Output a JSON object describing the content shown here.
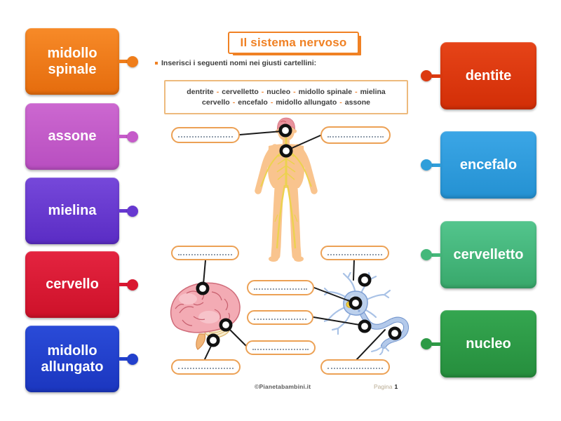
{
  "activity": {
    "title": "Il sistema nervoso",
    "instruction": "Inserisci i seguenti nomi nei giusti cartellini:",
    "word_bank": {
      "separator": "-",
      "line1": [
        "dentrite",
        "cervelletto",
        "nucleo",
        "midollo spinale",
        "mielina"
      ],
      "line2": [
        "cervello",
        "encefalo",
        "midollo allungato",
        "assone"
      ]
    },
    "footer": {
      "credit": "©Pianetabambini.it",
      "page_label": "Pagina",
      "page_number": "1"
    }
  },
  "left_cards": [
    {
      "label": "midollo spinale",
      "color": "#ef7d1a",
      "top_color": "#f78a28",
      "bottom_color": "#e56c0d"
    },
    {
      "label": "assone",
      "color": "#c55bc9",
      "top_color": "#cc68d0",
      "bottom_color": "#b84ec0"
    },
    {
      "label": "mielina",
      "color": "#6638d0",
      "top_color": "#7648da",
      "bottom_color": "#5a2cc4"
    },
    {
      "label": "cervello",
      "color": "#d91730",
      "top_color": "#e42440",
      "bottom_color": "#cd1129"
    },
    {
      "label": "midollo allungato",
      "color": "#2240cc",
      "top_color": "#2a4bd8",
      "bottom_color": "#1b36bf"
    }
  ],
  "right_cards": [
    {
      "label": "dentite",
      "color": "#dc3a10",
      "top_color": "#e64418",
      "bottom_color": "#d22e07"
    },
    {
      "label": "encefalo",
      "color": "#2f9eda",
      "top_color": "#3ba6e6",
      "bottom_color": "#2491d2"
    },
    {
      "label": "cervelletto",
      "color": "#44b87a",
      "top_color": "#53c58d",
      "bottom_color": "#38a86b"
    },
    {
      "label": "nucleo",
      "color": "#2d9a46",
      "top_color": "#34a650",
      "bottom_color": "#268e3d"
    }
  ],
  "colors": {
    "accent_orange": "#f08124",
    "word_bank_border": "#edba7d",
    "slot_border": "#eca155",
    "connector_line": "#1b1b1b",
    "body_skin": "#f9c48e",
    "nerve_yellow": "#ecd24f",
    "brain_pink": "#f3abb4",
    "neuron_blue": "#b9cdea",
    "nucleus_yellow": "#f2d041"
  }
}
